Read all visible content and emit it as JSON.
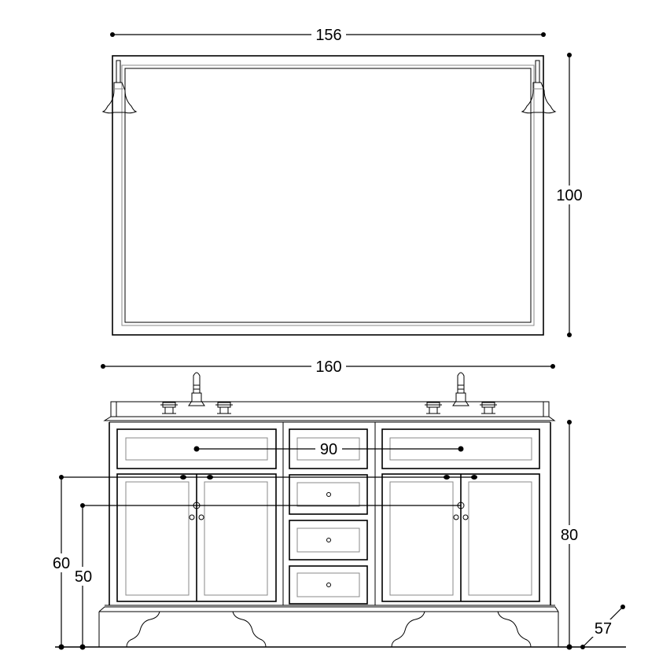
{
  "dimensions": {
    "mirror_width": "156",
    "mirror_height": "100",
    "vanity_width": "160",
    "sink_spacing": "90",
    "vanity_height": "80",
    "depth": "57",
    "height_60": "60",
    "height_50": "50"
  }
}
